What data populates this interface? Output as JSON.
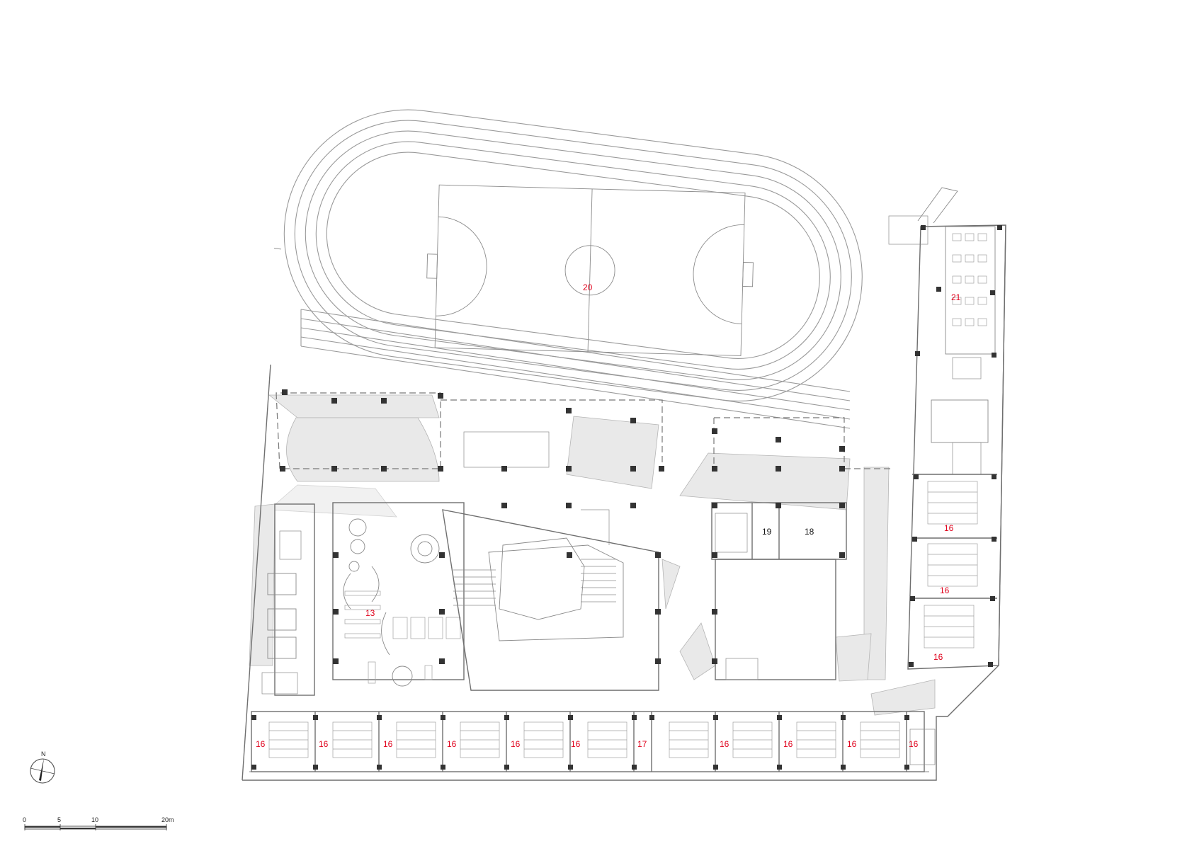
{
  "rooms": [
    {
      "id": "r13",
      "label": "13",
      "color": "#e0001b"
    },
    {
      "id": "r16_e1",
      "label": "16",
      "color": "#e0001b"
    },
    {
      "id": "r16_e2",
      "label": "16",
      "color": "#e0001b"
    },
    {
      "id": "r16_e3",
      "label": "16",
      "color": "#e0001b"
    },
    {
      "id": "r16_s1",
      "label": "16",
      "color": "#e0001b"
    },
    {
      "id": "r16_s2",
      "label": "16",
      "color": "#e0001b"
    },
    {
      "id": "r16_s3",
      "label": "16",
      "color": "#e0001b"
    },
    {
      "id": "r16_s4",
      "label": "16",
      "color": "#e0001b"
    },
    {
      "id": "r16_s5",
      "label": "16",
      "color": "#e0001b"
    },
    {
      "id": "r16_s6",
      "label": "16",
      "color": "#e0001b"
    },
    {
      "id": "r17",
      "label": "17",
      "color": "#e0001b"
    },
    {
      "id": "r16_s7",
      "label": "16",
      "color": "#e0001b"
    },
    {
      "id": "r16_s8",
      "label": "16",
      "color": "#e0001b"
    },
    {
      "id": "r16_s9",
      "label": "16",
      "color": "#e0001b"
    },
    {
      "id": "r16_s10",
      "label": "16",
      "color": "#e0001b"
    },
    {
      "id": "r18",
      "label": "18",
      "color": "#111111"
    },
    {
      "id": "r19",
      "label": "19",
      "color": "#111111"
    },
    {
      "id": "r20",
      "label": "20",
      "color": "#e0001b"
    },
    {
      "id": "r21",
      "label": "21",
      "color": "#e0001b"
    }
  ],
  "north_arrow": {
    "label": "N",
    "icon": "north-arrow-icon"
  },
  "scale_bar": {
    "ticks": [
      "0",
      "5",
      "10",
      "20m"
    ]
  },
  "colors": {
    "line": "#6f6f6f",
    "fill": "#e9e9e9",
    "label_red": "#e0001b"
  }
}
